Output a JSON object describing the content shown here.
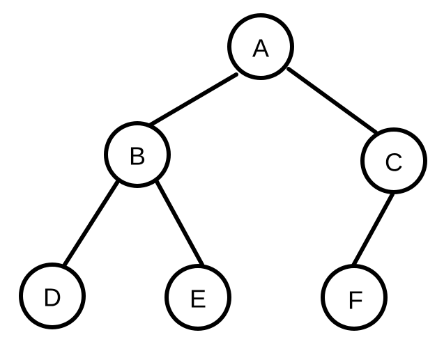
{
  "tree": {
    "nodes": [
      {
        "id": "A",
        "label": "A"
      },
      {
        "id": "B",
        "label": "B"
      },
      {
        "id": "C",
        "label": "C"
      },
      {
        "id": "D",
        "label": "D"
      },
      {
        "id": "E",
        "label": "E"
      },
      {
        "id": "F",
        "label": "F"
      }
    ],
    "edges": [
      {
        "from": "A",
        "to": "B"
      },
      {
        "from": "A",
        "to": "C"
      },
      {
        "from": "B",
        "to": "D"
      },
      {
        "from": "B",
        "to": "E"
      },
      {
        "from": "C",
        "to": "F"
      }
    ]
  },
  "colors": {
    "stroke": "#000000",
    "fill": "#ffffff",
    "text": "#000000"
  }
}
